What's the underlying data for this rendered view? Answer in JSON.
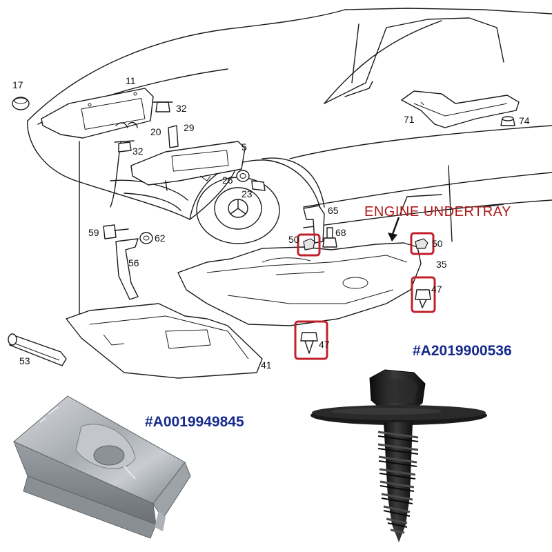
{
  "diagram": {
    "title": "ENGINE UNDERTRAY",
    "callouts": {
      "c17": "17",
      "c11": "11",
      "c32a": "32",
      "c32b": "32",
      "c20": "20",
      "c29": "29",
      "c5": "5",
      "c26": "26",
      "c23": "23",
      "c71": "71",
      "c74": "74",
      "c65": "65",
      "c68": "68",
      "c50a": "50",
      "c50b": "50",
      "c35": "35",
      "c47a": "47",
      "c47b": "47",
      "c59": "59",
      "c62": "62",
      "c56": "56",
      "c53": "53",
      "c41": "41"
    }
  },
  "products": {
    "screw_part_number": "#A2019900536",
    "clip_part_number": "#A0019949845"
  },
  "colors": {
    "title": "#b01818",
    "part_number": "#152a8c",
    "highlight_box": "#c0202a",
    "line_art": "#1a1a1a"
  }
}
